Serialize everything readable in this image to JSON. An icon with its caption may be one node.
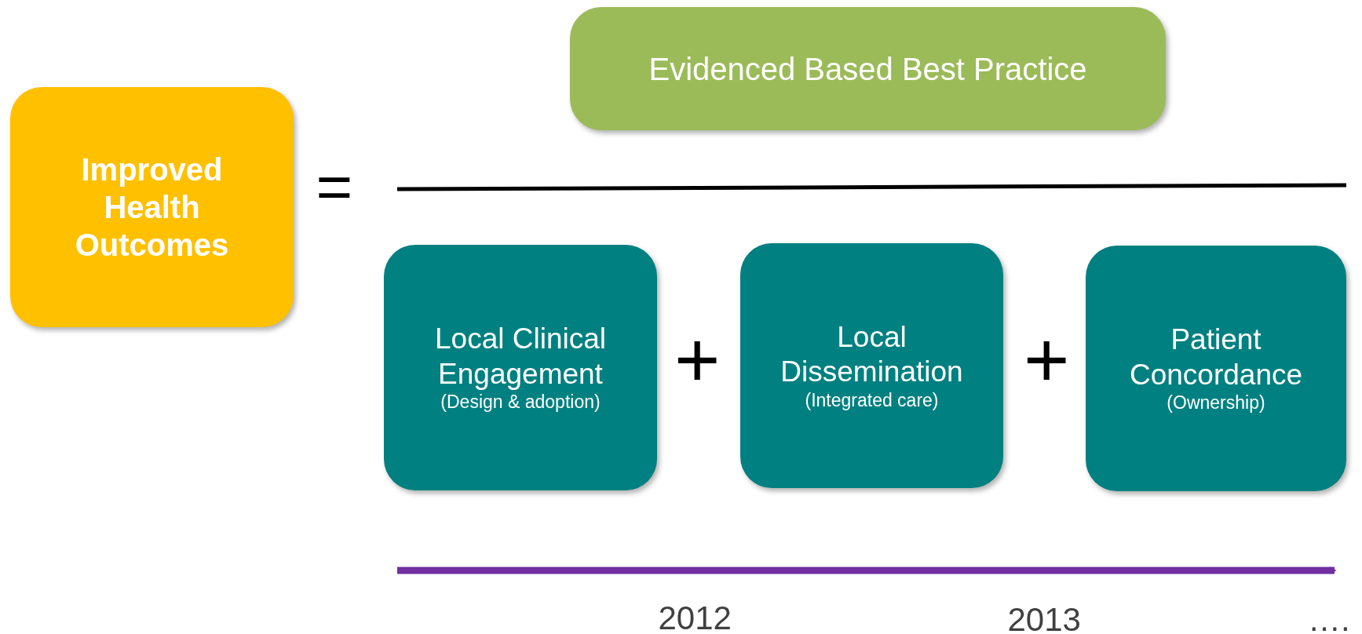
{
  "diagram": {
    "nodes": [
      {
        "text": [
          "Improved Health Outcomes"
        ]
      },
      {
        "text": [
          "Evidenced Based Best Practice"
        ]
      },
      {
        "text": [
          "Local Clinical Engagement",
          "(Design & adoption)"
        ]
      },
      {
        "text": [
          "Local Dissemination",
          "(Integrated care)"
        ]
      },
      {
        "text": [
          "Patient Concordance",
          "(Ownership)"
        ]
      }
    ],
    "edges": [],
    "labels": [
      "=",
      "+",
      "+",
      "2012",
      "2013",
      "…."
    ]
  }
}
